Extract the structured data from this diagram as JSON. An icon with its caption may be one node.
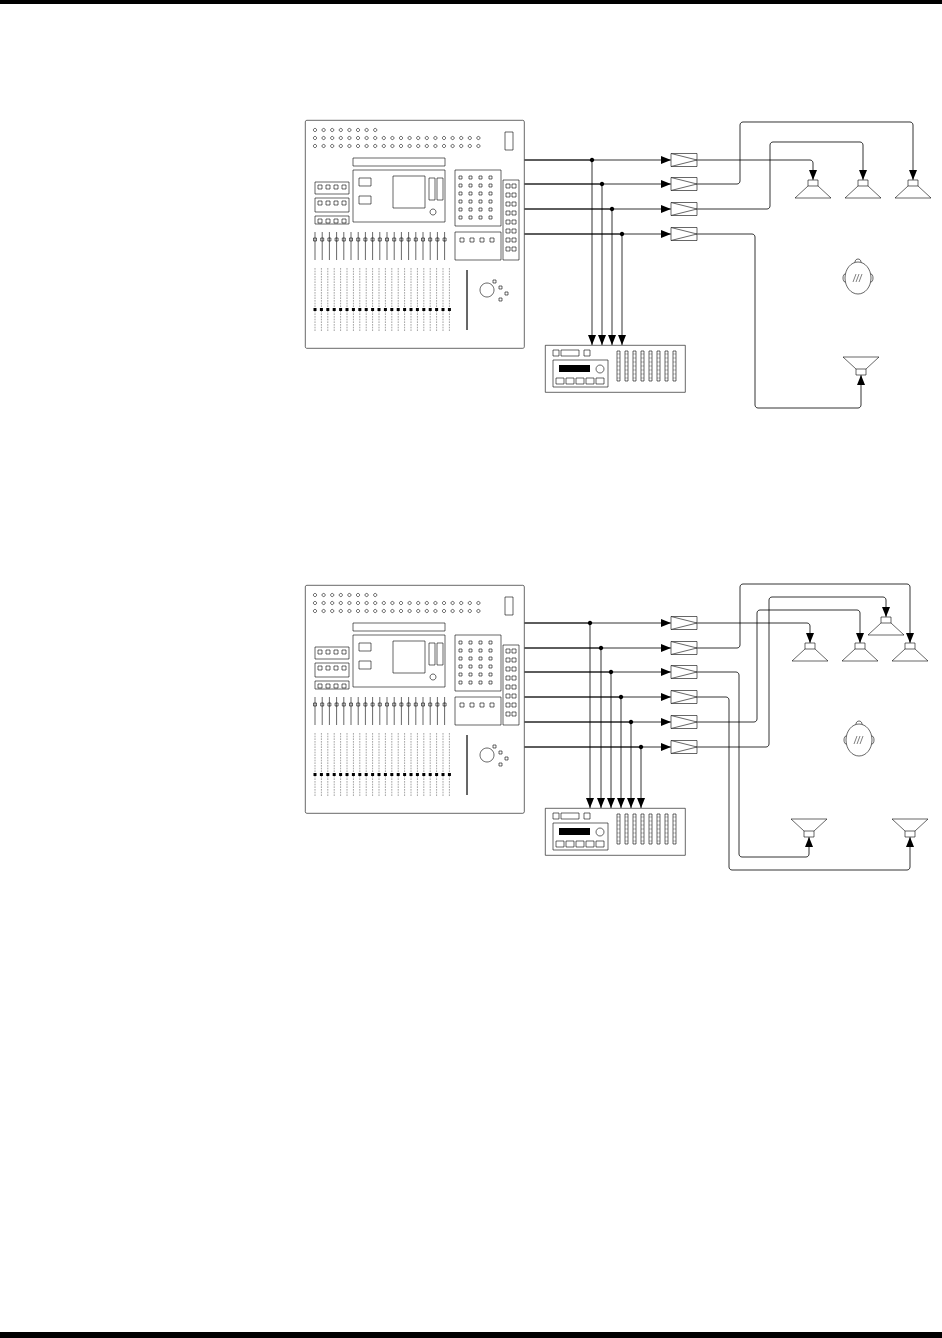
{
  "diagram": {
    "nodes": [
      {
        "text": [],
        "shape": "picture"
      },
      {
        "text": [],
        "shape": "amplifier"
      },
      {
        "text": [],
        "shape": "amplifier"
      },
      {
        "text": [],
        "shape": "amplifier"
      },
      {
        "text": [],
        "shape": "amplifier"
      },
      {
        "text": [],
        "shape": "speaker"
      },
      {
        "text": [],
        "shape": "speaker"
      },
      {
        "text": [],
        "shape": "speaker"
      },
      {
        "text": [],
        "shape": "person"
      },
      {
        "text": [],
        "shape": "picture"
      },
      {
        "text": [],
        "shape": "speaker"
      },
      {
        "text": [],
        "shape": "picture"
      },
      {
        "text": [],
        "shape": "amplifier"
      },
      {
        "text": [],
        "shape": "amplifier"
      },
      {
        "text": [],
        "shape": "amplifier"
      },
      {
        "text": [],
        "shape": "amplifier"
      },
      {
        "text": [],
        "shape": "amplifier"
      },
      {
        "text": [],
        "shape": "amplifier"
      },
      {
        "text": [],
        "shape": "speaker"
      },
      {
        "text": [],
        "shape": "speaker"
      },
      {
        "text": [],
        "shape": "speaker"
      },
      {
        "text": [],
        "shape": "speaker"
      },
      {
        "text": [],
        "shape": "person"
      },
      {
        "text": [],
        "shape": "picture"
      },
      {
        "text": [],
        "shape": "speaker"
      },
      {
        "text": [],
        "shape": "speaker"
      }
    ],
    "edges": [
      {
        "from": 0,
        "to": 1,
        "arrow": "to"
      },
      {
        "from": 0,
        "to": 2,
        "arrow": "to"
      },
      {
        "from": 0,
        "to": 3,
        "arrow": "to"
      },
      {
        "from": 0,
        "to": 4,
        "arrow": "to"
      },
      {
        "from": 0,
        "to": 9,
        "arrow": "to"
      },
      {
        "from": 0,
        "to": 9,
        "arrow": "to"
      },
      {
        "from": 0,
        "to": 9,
        "arrow": "to"
      },
      {
        "from": 0,
        "to": 9,
        "arrow": "to"
      },
      {
        "from": 1,
        "to": 5,
        "arrow": "to"
      },
      {
        "from": 2,
        "to": 7,
        "arrow": "to"
      },
      {
        "from": 3,
        "to": 6,
        "arrow": "to"
      },
      {
        "from": 4,
        "to": 10,
        "arrow": "to"
      },
      {
        "from": 11,
        "to": 12,
        "arrow": "to"
      },
      {
        "from": 11,
        "to": 13,
        "arrow": "to"
      },
      {
        "from": 11,
        "to": 14,
        "arrow": "to"
      },
      {
        "from": 11,
        "to": 15,
        "arrow": "to"
      },
      {
        "from": 11,
        "to": 16,
        "arrow": "to"
      },
      {
        "from": 11,
        "to": 17,
        "arrow": "to"
      },
      {
        "from": 11,
        "to": 23,
        "arrow": "to"
      },
      {
        "from": 11,
        "to": 23,
        "arrow": "to"
      },
      {
        "from": 11,
        "to": 23,
        "arrow": "to"
      },
      {
        "from": 11,
        "to": 23,
        "arrow": "to"
      },
      {
        "from": 11,
        "to": 23,
        "arrow": "to"
      },
      {
        "from": 11,
        "to": 23,
        "arrow": "to"
      },
      {
        "from": 12,
        "to": 19,
        "arrow": "to"
      },
      {
        "from": 13,
        "to": 21,
        "arrow": "to"
      },
      {
        "from": 14,
        "to": 24,
        "arrow": "to"
      },
      {
        "from": 15,
        "to": 25,
        "arrow": "to"
      },
      {
        "from": 16,
        "to": 20,
        "arrow": "to"
      },
      {
        "from": 17,
        "to": 18,
        "arrow": "to"
      }
    ]
  }
}
